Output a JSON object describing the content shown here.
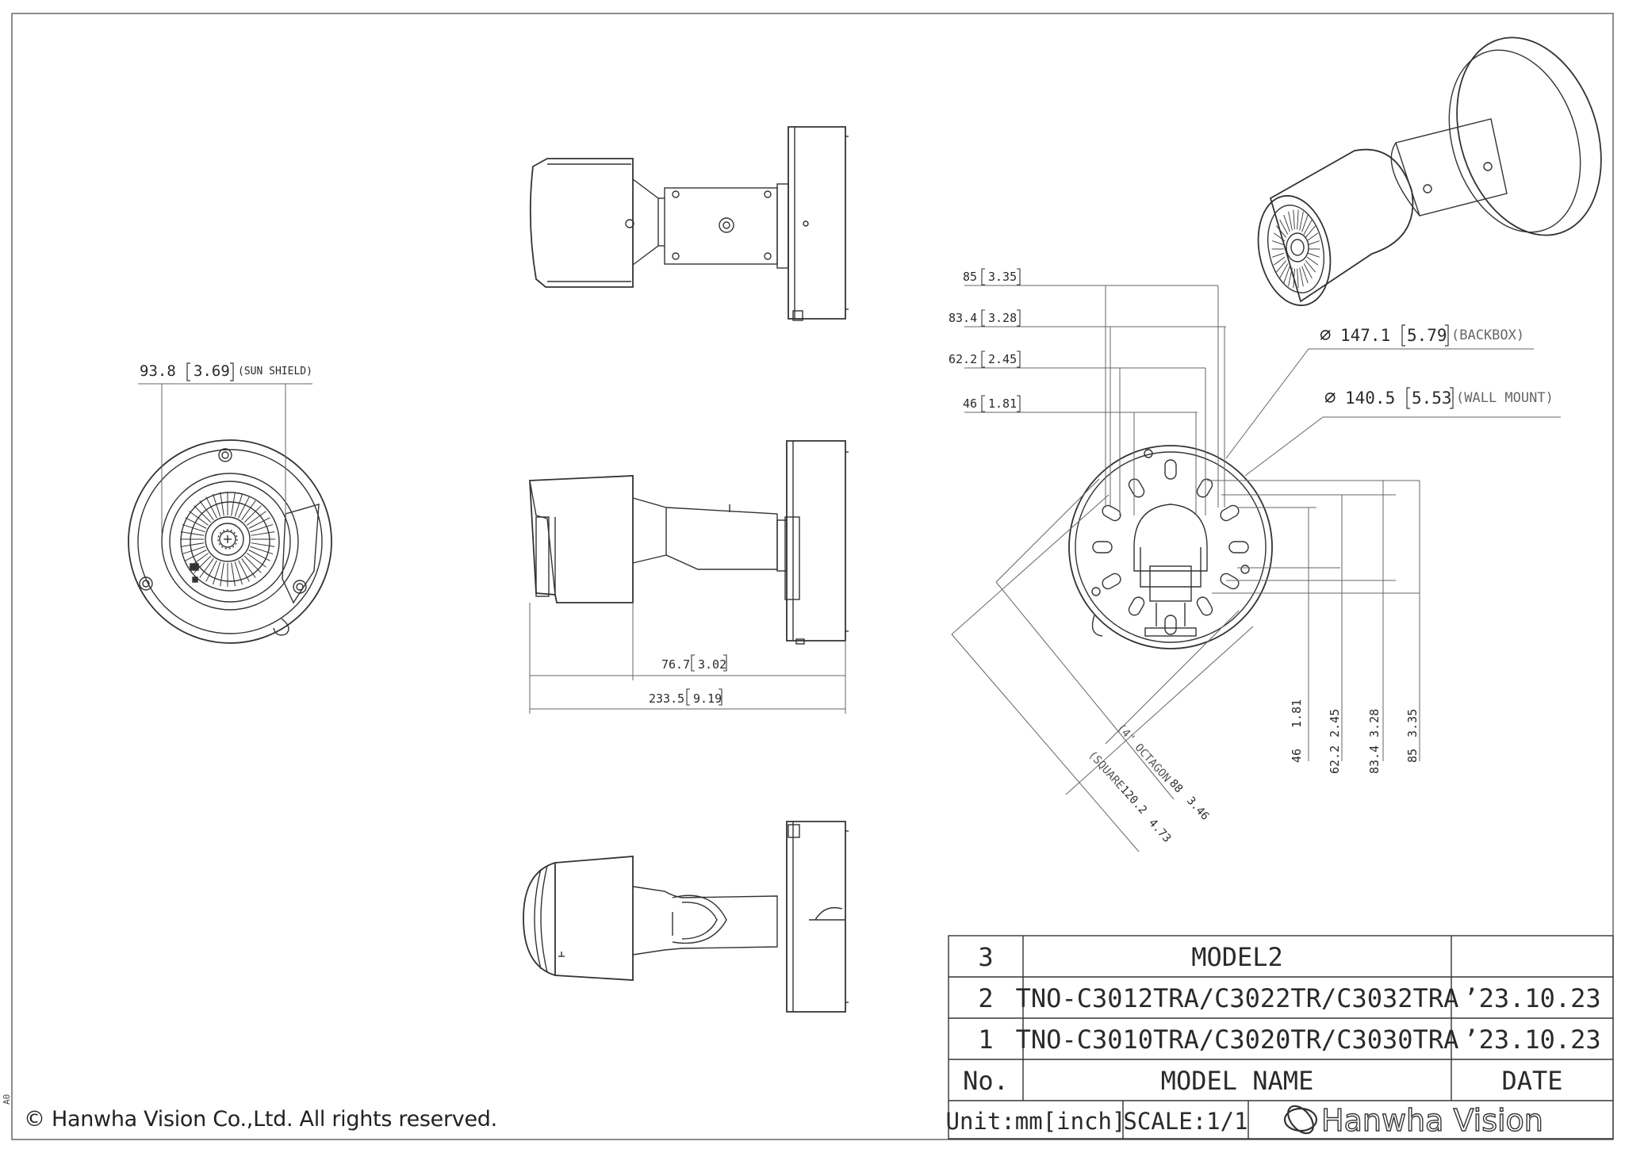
{
  "footer": {
    "copyright": "© Hanwha Vision Co.,Ltd. All rights reserved.",
    "corner_mark": "A0"
  },
  "front_view": {
    "sun_shield_dim": "93.8",
    "sun_shield_dim_inch": "3.69",
    "sun_shield_note": "(SUN SHIELD)"
  },
  "side_view": {
    "dim_small": "76.7",
    "dim_small_inch": "3.02",
    "dim_total": "233.5",
    "dim_total_inch": "9.19"
  },
  "mount_view": {
    "dims_h": [
      {
        "mm": "85",
        "inch": "3.35"
      },
      {
        "mm": "83.4",
        "inch": "3.28"
      },
      {
        "mm": "62.2",
        "inch": "2.45"
      },
      {
        "mm": "46",
        "inch": "1.81"
      }
    ],
    "dims_v": [
      {
        "mm": "46",
        "inch": "1.81"
      },
      {
        "mm": "62.2",
        "inch": "2.45"
      },
      {
        "mm": "83.4",
        "inch": "3.28"
      },
      {
        "mm": "85",
        "inch": "3.35"
      }
    ],
    "backbox_dim": "147.1",
    "backbox_inch": "5.79",
    "backbox_note": "(BACKBOX)",
    "wallmount_dim": "140.5",
    "wallmount_inch": "5.53",
    "wallmount_note": "(WALL MOUNT)",
    "octagon_prefix": "(4\" OCTAGON",
    "octagon_mm": "88",
    "octagon_inch": "3.46",
    "square_prefix": "(SQUARE",
    "square_mm": "120.2",
    "square_inch": "4.73"
  },
  "title_block": {
    "rows": [
      {
        "no": "3",
        "model": "MODEL2",
        "date": ""
      },
      {
        "no": "2",
        "model": "TNO-C3012TRA/C3022TR/C3032TRA",
        "date": "’23.10.23"
      },
      {
        "no": "1",
        "model": "TNO-C3010TRA/C3020TR/C3030TRA",
        "date": "’23.10.23"
      }
    ],
    "header_no": "No.",
    "header_model": "MODEL NAME",
    "header_date": "DATE",
    "unit": "Unit:mm[inch]",
    "scale": "SCALE:1/1",
    "brand": "Hanwha Vision"
  },
  "colors": {
    "line": "#333333",
    "thin": "#666666",
    "text": "#2a2a2a"
  }
}
